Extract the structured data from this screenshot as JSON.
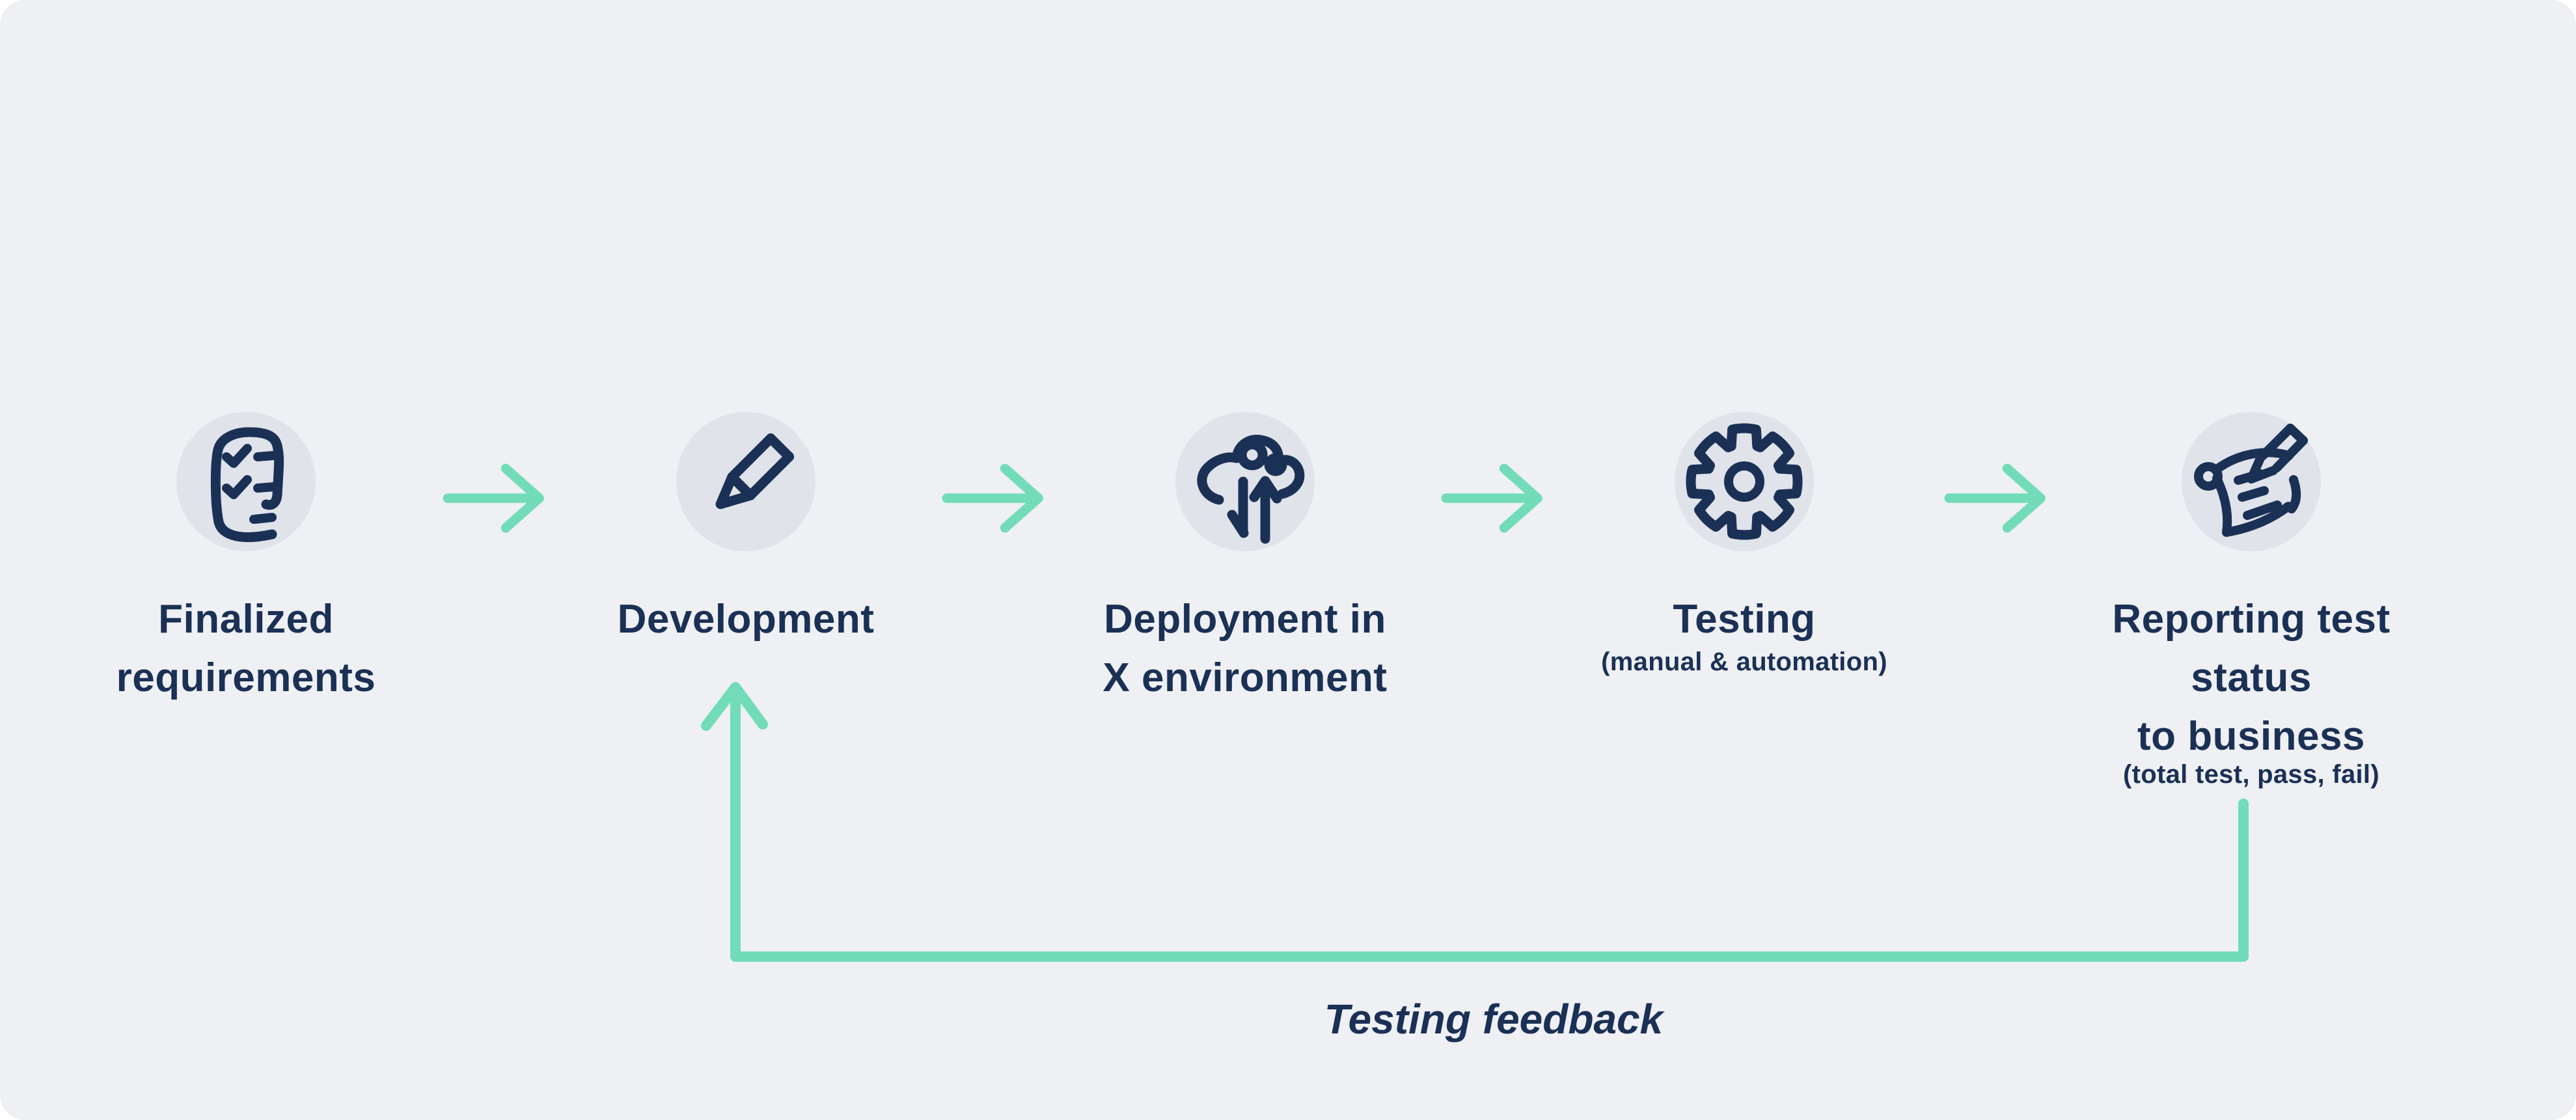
{
  "diagram": {
    "steps": [
      {
        "label": "Finalized\nrequirements",
        "icon": "checklist-icon"
      },
      {
        "label": "Development",
        "icon": "pencil-icon"
      },
      {
        "label": "Deployment in\nX environment",
        "icon": "cloud-deploy-icon"
      },
      {
        "label": "Testing",
        "sublabel": "(manual & automation)",
        "icon": "gear-icon"
      },
      {
        "label": "Reporting test\nstatus\nto business",
        "sublabel": "(total test, pass, fail)",
        "icon": "report-pencil-icon"
      }
    ],
    "feedback_label": "Testing feedback",
    "colors": {
      "background": "#eef0f4",
      "icon_circle": "#e0e3ea",
      "navy": "#1b3055",
      "green": "#72dcb8"
    }
  }
}
